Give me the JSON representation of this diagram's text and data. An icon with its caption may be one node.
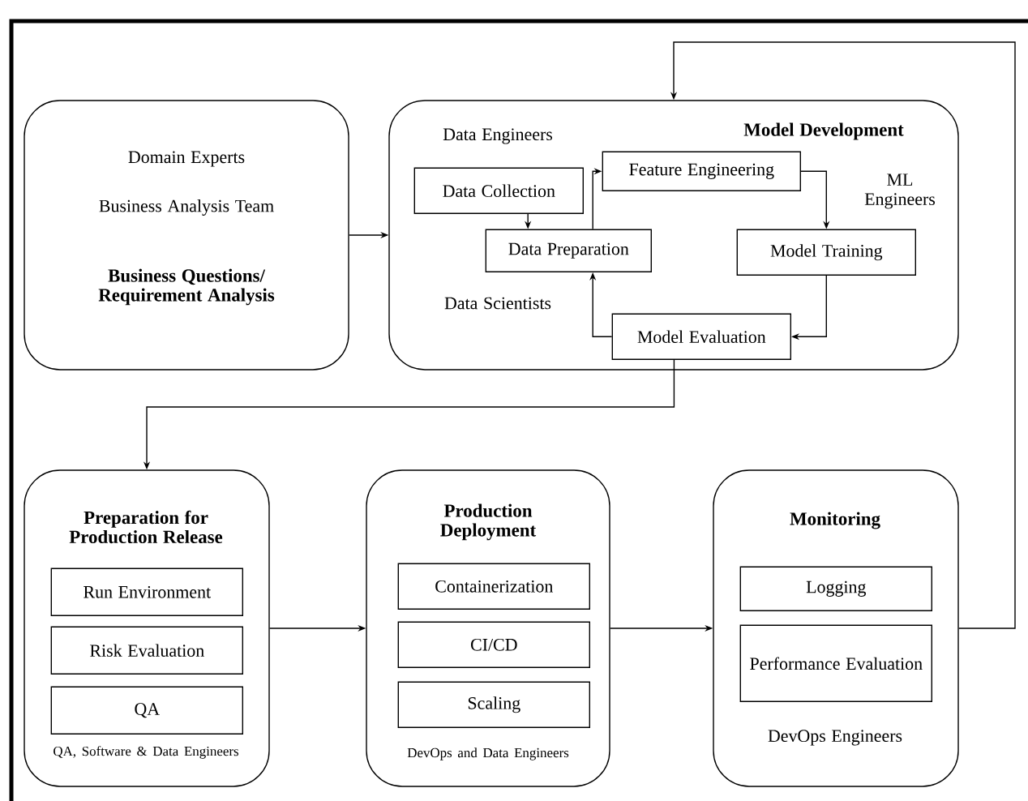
{
  "diagram": {
    "nodes": [
      {
        "text": [
          "Domain Experts",
          "Business Analysis Team",
          "Business Questions/ Requirement Analysis"
        ]
      },
      {
        "text": [
          "Data Engineers",
          "Model Development",
          "ML Engineers",
          "Data Scientists"
        ]
      },
      {
        "text": [
          "Data Collection"
        ],
        "in": 1
      },
      {
        "text": [
          "Feature Engineering"
        ],
        "in": 1
      },
      {
        "text": [
          "Data Preparation"
        ],
        "in": 1
      },
      {
        "text": [
          "Model Training"
        ],
        "in": 1
      },
      {
        "text": [
          "Model Evaluation"
        ],
        "in": 1
      },
      {
        "text": [
          "Preparation for Production Release",
          "QA, Software & Data Engineers"
        ]
      },
      {
        "text": [
          "Run Environment"
        ],
        "in": 7
      },
      {
        "text": [
          "Risk Evaluation"
        ],
        "in": 7
      },
      {
        "text": [
          "QA"
        ],
        "in": 7
      },
      {
        "text": [
          "Production Deployment",
          "DevOps and Data Engineers"
        ]
      },
      {
        "text": [
          "Containerization"
        ],
        "in": 11
      },
      {
        "text": [
          "CI/CD"
        ],
        "in": 11
      },
      {
        "text": [
          "Scaling"
        ],
        "in": 11
      },
      {
        "text": [
          "Monitoring",
          "DevOps Engineers"
        ]
      },
      {
        "text": [
          "Logging"
        ],
        "in": 15
      },
      {
        "text": [
          "Performance Evaluation"
        ],
        "in": 15
      }
    ],
    "edges": [
      {
        "from": 0,
        "to": 1,
        "arrow": "to"
      },
      {
        "from": 2,
        "to": 4,
        "arrow": "to"
      },
      {
        "from": 4,
        "to": 3,
        "arrow": "to"
      },
      {
        "from": 3,
        "to": 5,
        "arrow": "to"
      },
      {
        "from": 5,
        "to": 6,
        "arrow": "to"
      },
      {
        "from": 6,
        "to": 4,
        "arrow": "to"
      },
      {
        "from": 6,
        "to": 7,
        "arrow": "to"
      },
      {
        "from": 7,
        "to": 11,
        "arrow": "to"
      },
      {
        "from": 11,
        "to": 15,
        "arrow": "to"
      },
      {
        "from": 15,
        "to": 1,
        "arrow": "to"
      }
    ]
  }
}
